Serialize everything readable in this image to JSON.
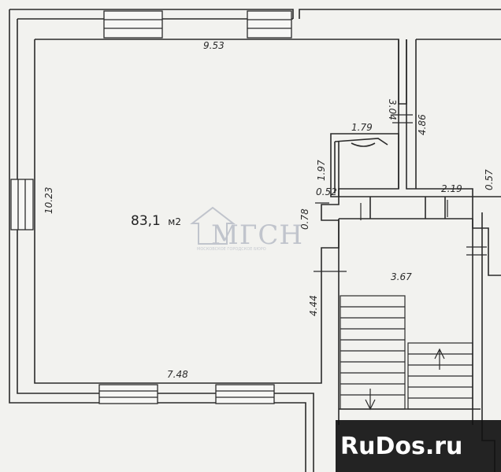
{
  "room": {
    "area_value": "83,1",
    "area_unit": "м2"
  },
  "dimensions": {
    "top_width": "9.53",
    "left_height": "10.23",
    "bottom_width": "7.48",
    "right_lower": "4.44",
    "right_notch": "0.78",
    "notch_small": "0.52",
    "closet_height": "1.97",
    "closet_width": "1.79",
    "upper_right": "3.04",
    "right_room": "4.86",
    "corridor": "2.19",
    "far_right": "0.57",
    "stair_hall": "3.67"
  },
  "watermark": {
    "text": "МГСН",
    "subtext": "МОСКОВСКОЕ ГОРОДСКОЕ БЮРО"
  },
  "brand": {
    "label": "RuDos.ru"
  },
  "colors": {
    "paper": "#f2f2ef",
    "line": "#2a2a2a",
    "watermark": "#b8bcc6"
  }
}
